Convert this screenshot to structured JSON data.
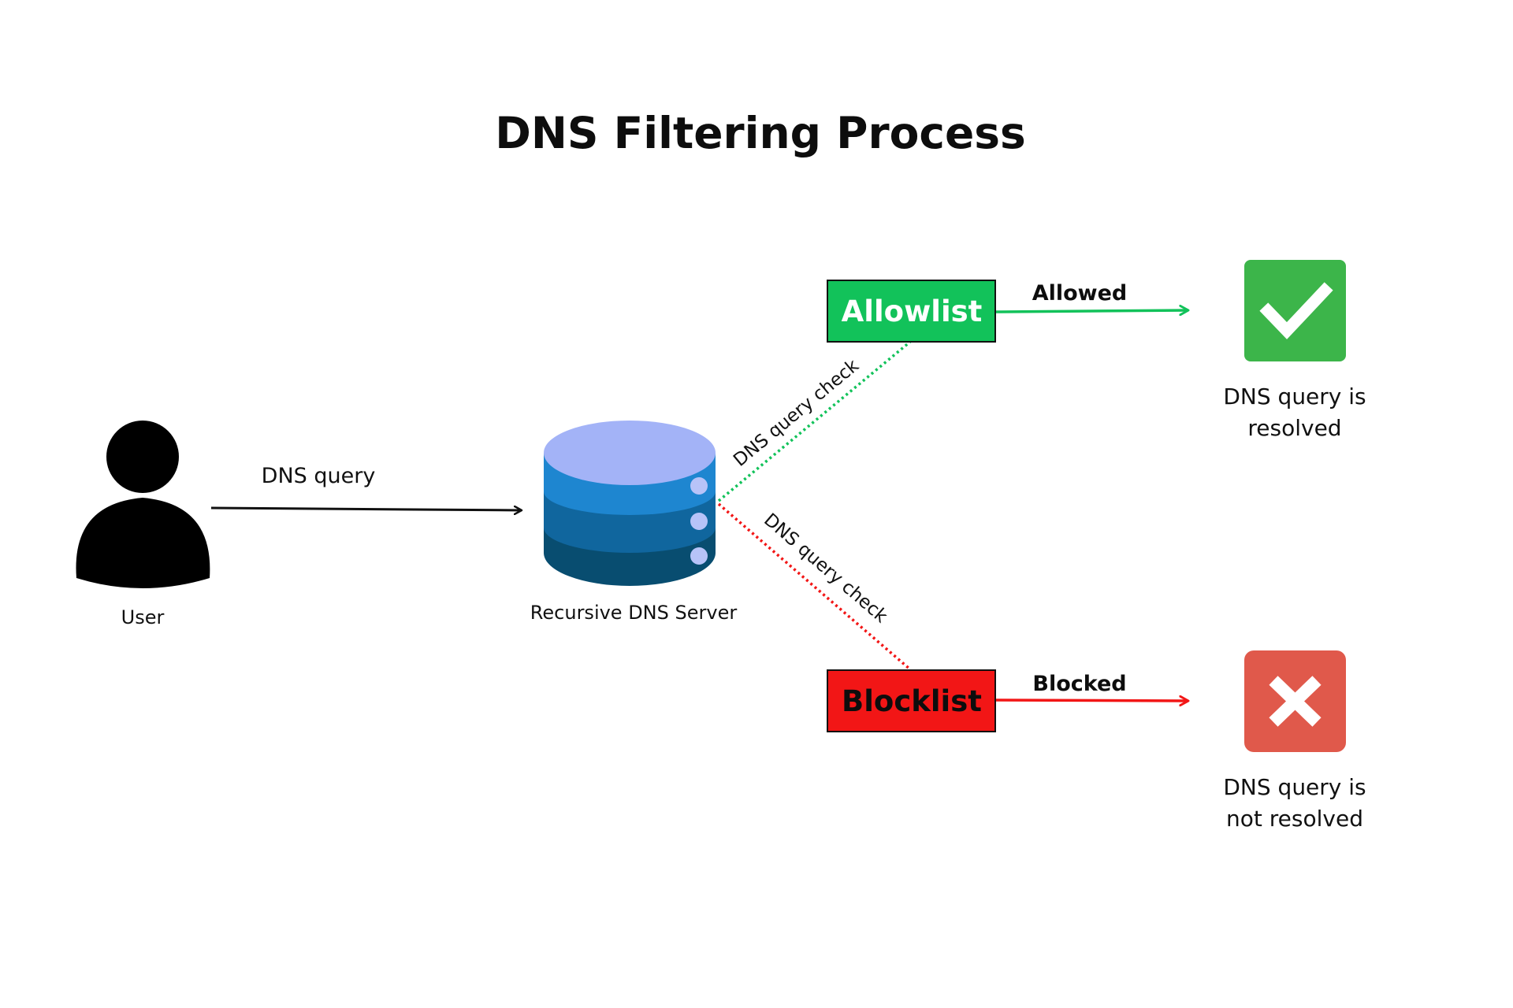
{
  "title": "DNS Filtering Process",
  "nodes": {
    "user": {
      "label": "User"
    },
    "server": {
      "label": "Recursive DNS Server"
    },
    "allowlist": {
      "label": "Allowlist"
    },
    "blocklist": {
      "label": "Blocklist"
    },
    "resolved": {
      "line1": "DNS query is",
      "line2": "resolved"
    },
    "not_resolved": {
      "line1": "DNS query is",
      "line2": "not resolved"
    }
  },
  "edges": {
    "user_to_server": "DNS query",
    "server_to_allowlist": "DNS query check",
    "server_to_blocklist": "DNS query check",
    "allowlist_to_resolved": "Allowed",
    "blocklist_to_not_resolved": "Blocked"
  },
  "colors": {
    "allow_green": "#12c25a",
    "check_green": "#3cb54a",
    "block_red": "#f21616",
    "cross_red": "#e0594b",
    "db_top": "#a3b3f7",
    "db_tier1": "#1e86d0",
    "db_tier2": "#10669e",
    "db_tier3": "#084d70"
  },
  "icons": {
    "user": "user-silhouette-icon",
    "server": "database-server-icon",
    "resolved": "checkmark-icon",
    "not_resolved": "cross-icon"
  }
}
